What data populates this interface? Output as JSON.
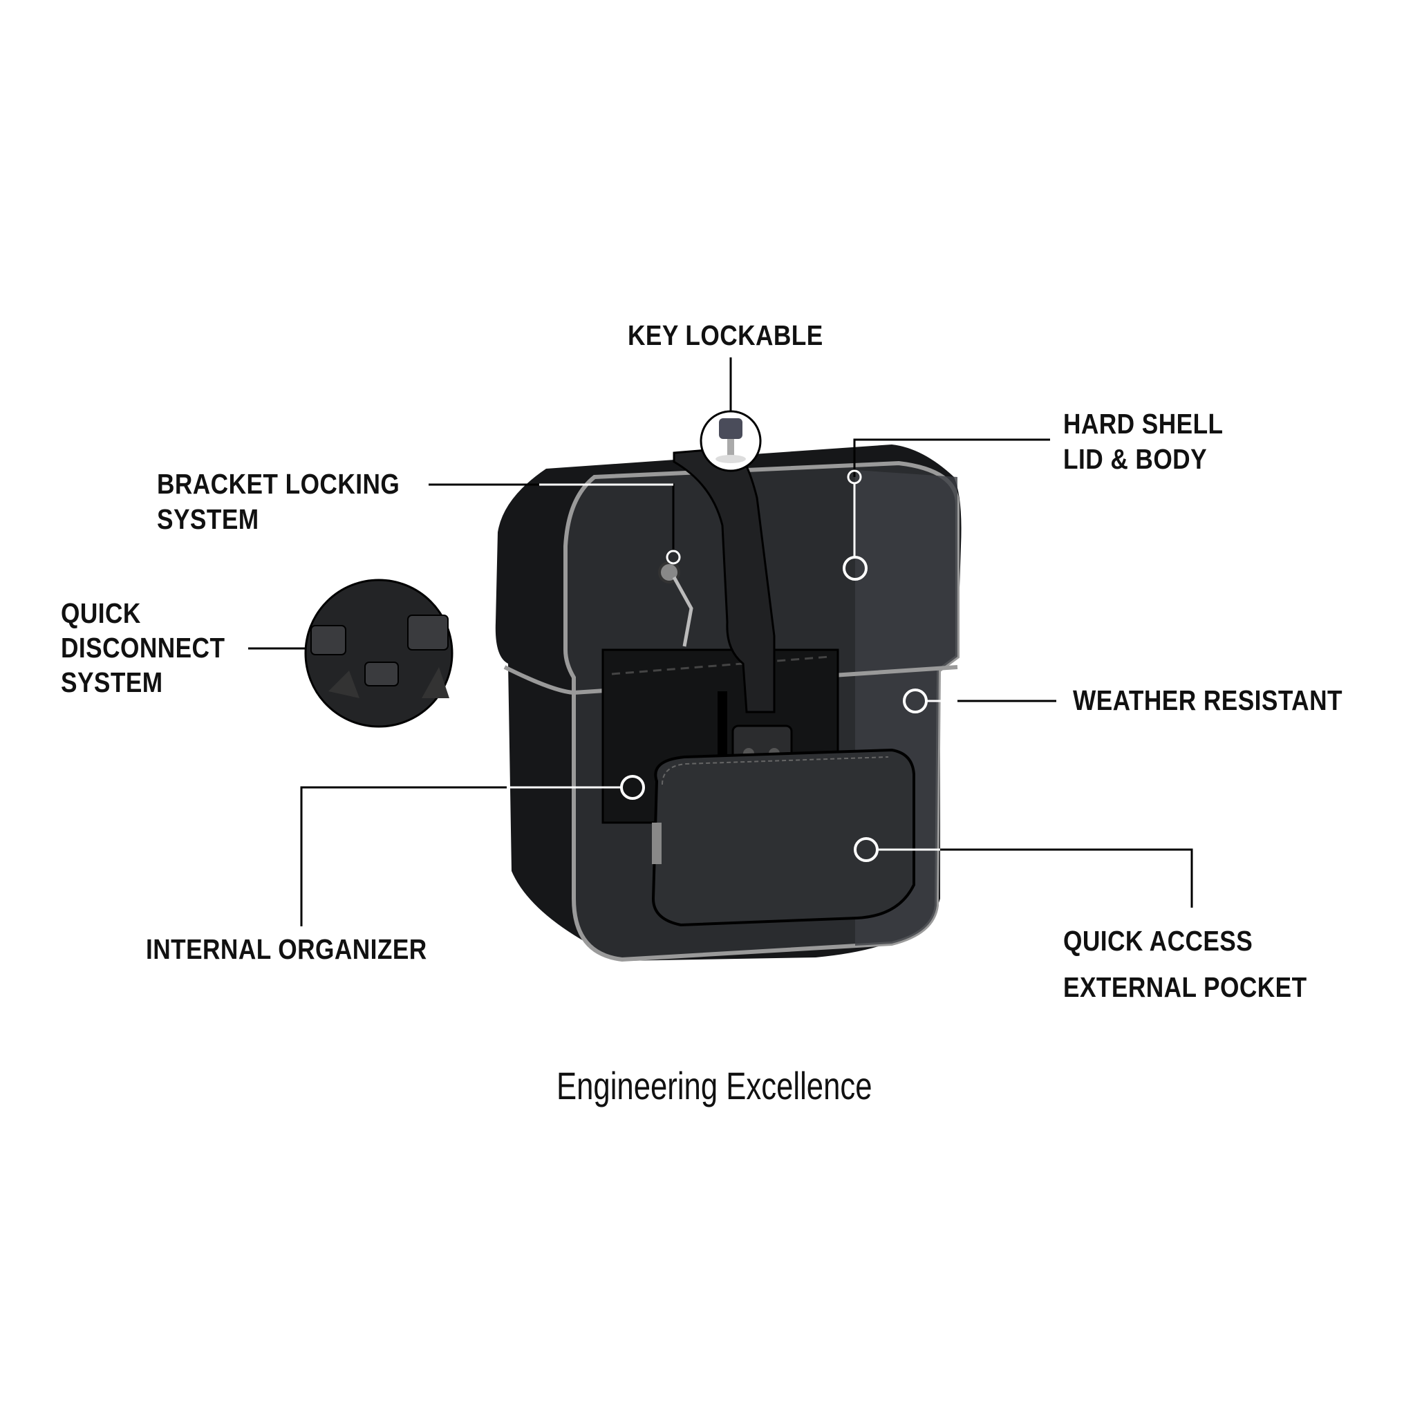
{
  "callouts": {
    "key_lockable": [
      "KEY LOCKABLE"
    ],
    "hard_shell": [
      "HARD SHELL",
      "LID & BODY"
    ],
    "bracket_locking": [
      "BRACKET LOCKING",
      "SYSTEM"
    ],
    "quick_disconnect": [
      "QUICK",
      "DISCONNECT",
      "SYSTEM"
    ],
    "weather_resistant": [
      "WEATHER RESISTANT"
    ],
    "internal_organizer": [
      "INTERNAL ORGANIZER"
    ],
    "quick_access": [
      "QUICK ACCESS",
      "EXTERNAL POCKET"
    ]
  },
  "title": "Engineering Excellence",
  "colors": {
    "text": "#111111",
    "bag": "#1c1d1f",
    "shell_edge": "#9a9a9a"
  }
}
